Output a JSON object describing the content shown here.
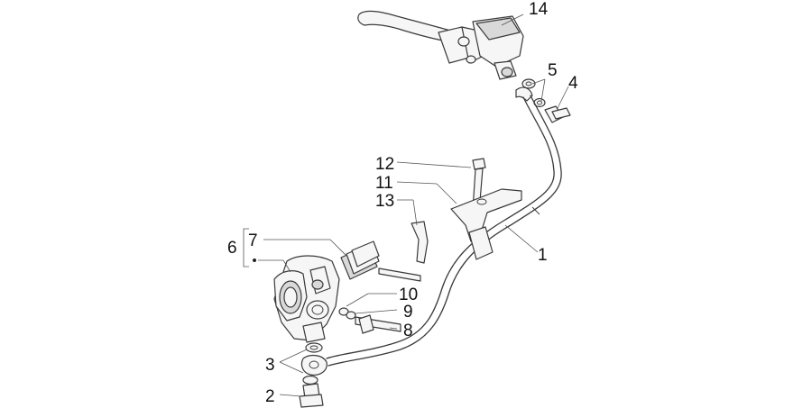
{
  "callouts": {
    "c1": "1",
    "c2": "2",
    "c3": "3",
    "c4": "4",
    "c5": "5",
    "c6": "6",
    "c7": "7",
    "c8": "8",
    "c9": "9",
    "c10": "10",
    "c11": "11",
    "c12": "12",
    "c13": "13",
    "c14": "14"
  },
  "colors": {
    "line": "#3a3a3a",
    "fill": "#f6f6f6",
    "text": "#111111"
  }
}
